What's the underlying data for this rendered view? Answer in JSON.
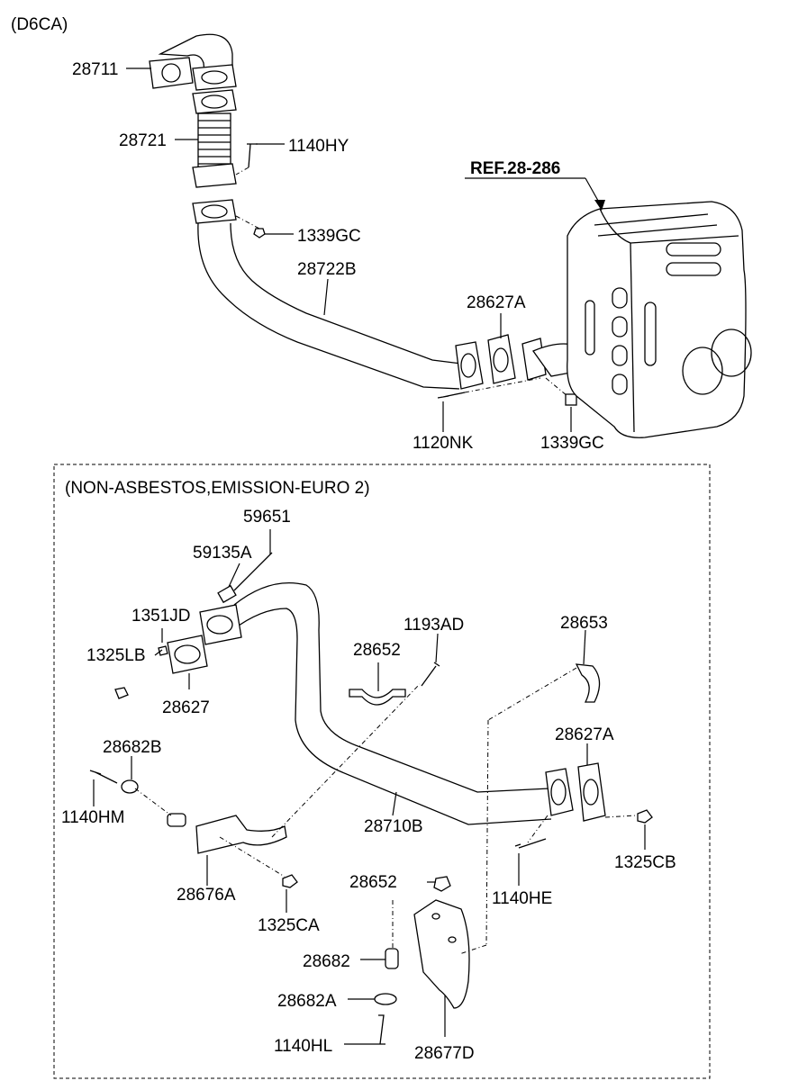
{
  "header": {
    "engine": "(D6CA)"
  },
  "reference": {
    "label": "REF.28-286"
  },
  "inset": {
    "title": "(NON-ASBESTOS,EMISSION-EURO 2)"
  },
  "callouts": {
    "top": [
      "28711",
      "28721",
      "1140HY",
      "1339GC",
      "28722B",
      "28627A",
      "1120NK",
      "1339GC"
    ],
    "inset": [
      "59651",
      "59135A",
      "1351JD",
      "1325LB",
      "28627",
      "28652",
      "1193AD",
      "28653",
      "28682B",
      "28627A",
      "1140HM",
      "28710B",
      "1325CB",
      "28676A",
      "1140HE",
      "28652",
      "1325CA",
      "28682",
      "28682A",
      "1140HL",
      "28677D"
    ]
  }
}
